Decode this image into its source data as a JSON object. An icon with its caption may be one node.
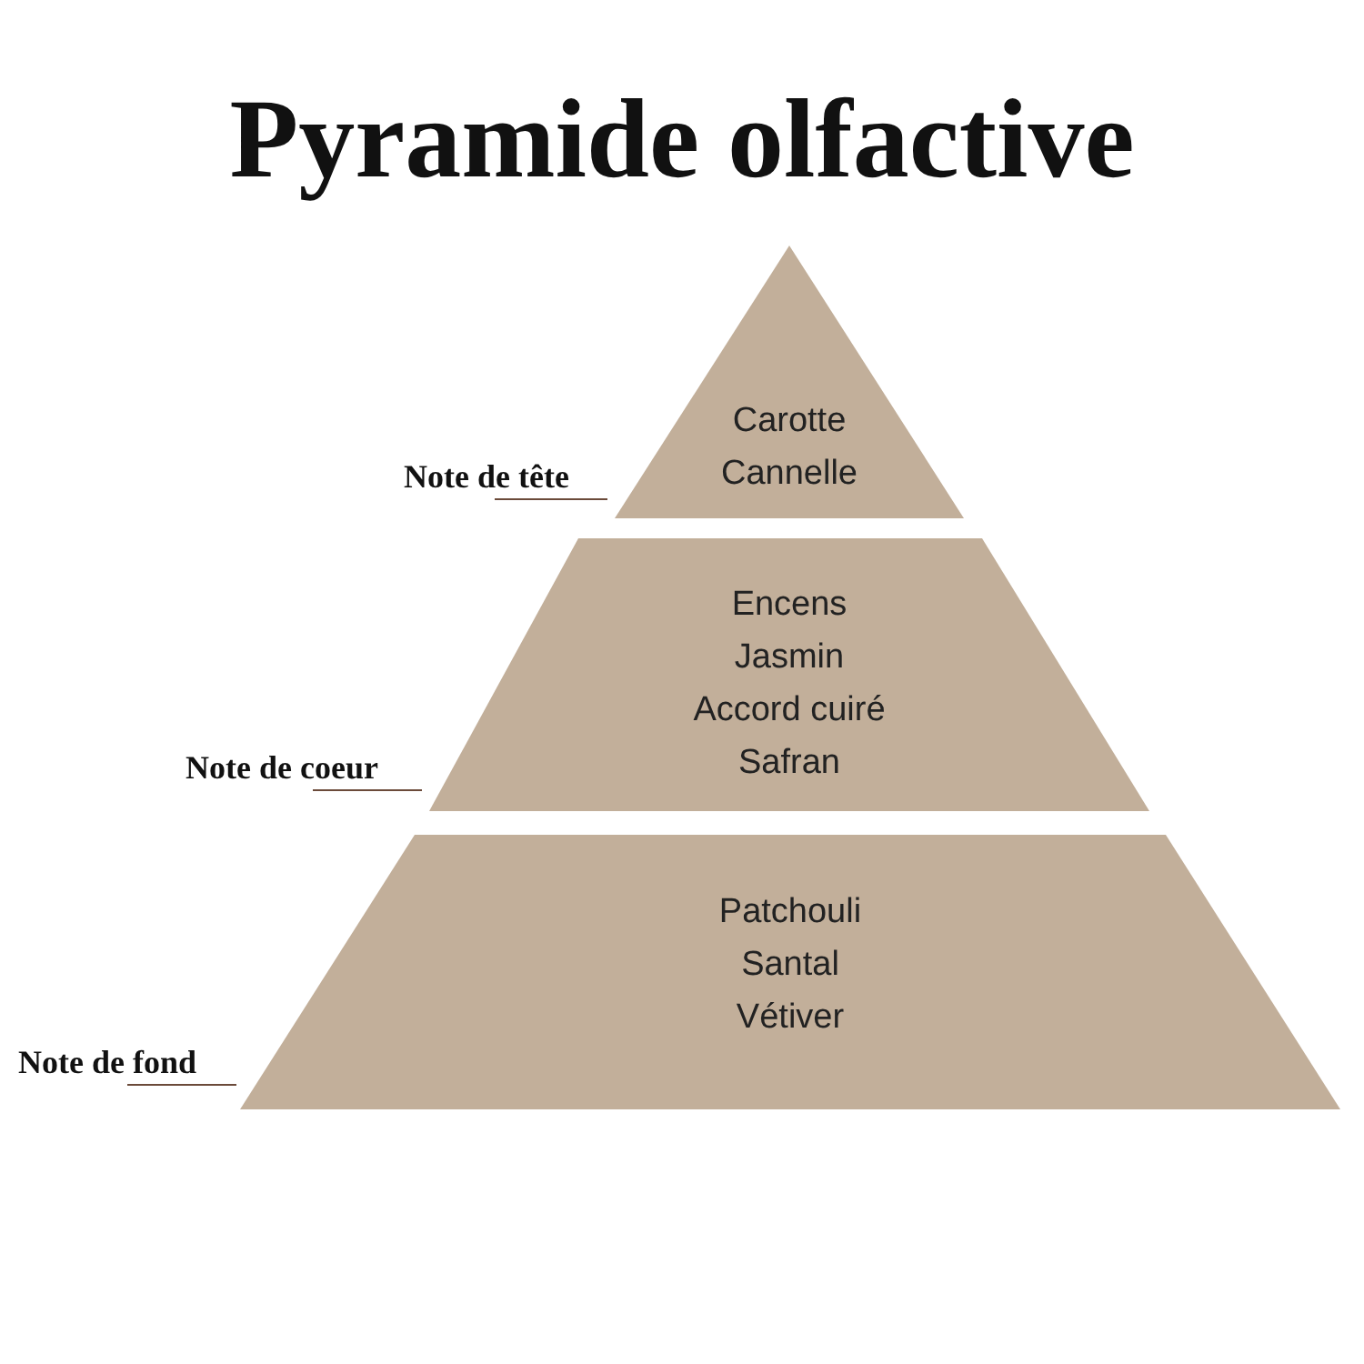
{
  "diagram": {
    "title": "Pyramide olfactive",
    "nodes": [
      {
        "text": [
          "Carotte",
          "Cannelle"
        ],
        "beside": [
          "Note de tête"
        ]
      },
      {
        "text": [
          "Encens",
          "Jasmin",
          "Accord cuiré",
          "Safran"
        ],
        "beside": [
          "Note de coeur"
        ]
      },
      {
        "text": [
          "Patchouli",
          "Santal",
          "Vétiver"
        ],
        "beside": [
          "Note de fond"
        ]
      }
    ],
    "edges": []
  }
}
